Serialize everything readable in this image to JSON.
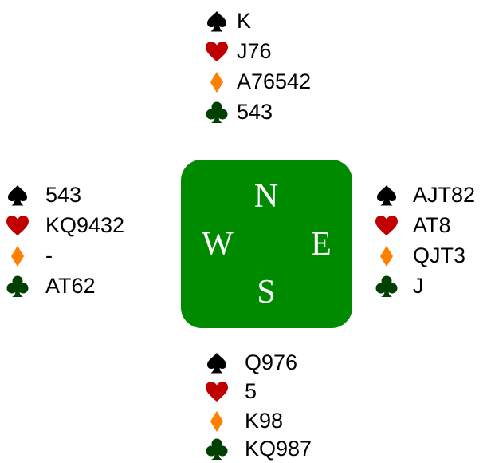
{
  "colors": {
    "spade": "#000000",
    "heart": "#c00000",
    "diamond": "#ff8000",
    "club": "#004000",
    "table": "#008a00"
  },
  "compass": {
    "north": "N",
    "south": "S",
    "east": "E",
    "west": "W"
  },
  "hands": {
    "north": {
      "spades": "K",
      "hearts": "J76",
      "diamonds": "A76542",
      "clubs": "543"
    },
    "west": {
      "spades": "543",
      "hearts": "KQ9432",
      "diamonds": "-",
      "clubs": "AT62"
    },
    "east": {
      "spades": "AJT82",
      "hearts": "AT8",
      "diamonds": "QJT3",
      "clubs": "J"
    },
    "south": {
      "spades": "Q976",
      "hearts": "5",
      "diamonds": "K98",
      "clubs": "KQ987"
    }
  }
}
